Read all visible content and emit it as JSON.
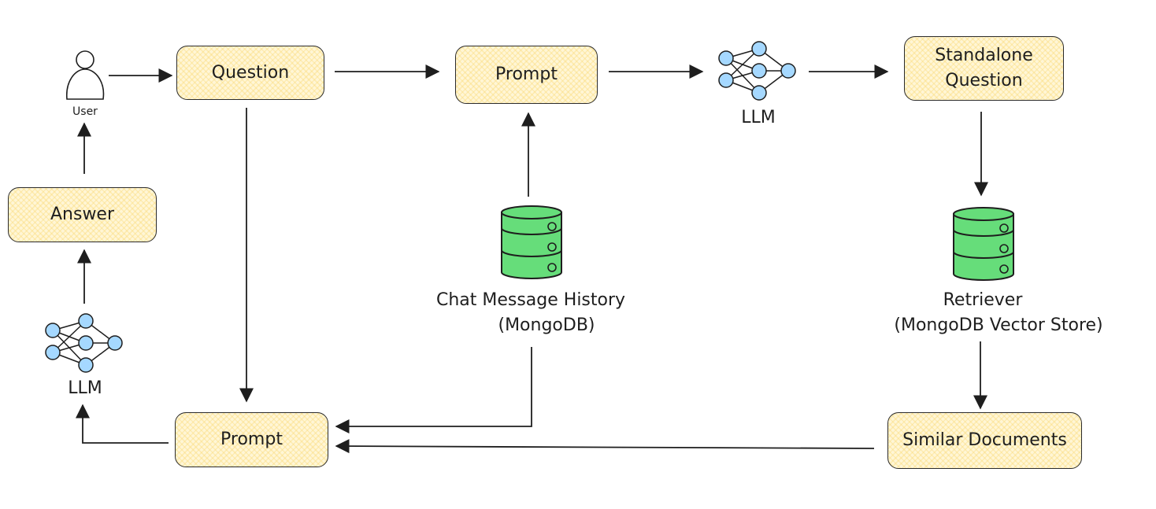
{
  "diagram": {
    "nodes": {
      "user": {
        "label": "User",
        "icon": "user-icon"
      },
      "question": {
        "label": "Question"
      },
      "prompt_top": {
        "label": "Prompt"
      },
      "llm_top": {
        "label": "LLM",
        "icon": "neural-network-icon"
      },
      "standalone_question": {
        "label": "Standalone Question",
        "line1": "Standalone",
        "line2": "Question"
      },
      "chat_history": {
        "label": "Chat Message History (MongoDB)",
        "line1": "Chat Message History",
        "line2": "(MongoDB)",
        "icon": "database-icon"
      },
      "retriever": {
        "label": "Retriever (MongoDB Vector Store)",
        "line1": "Retriever",
        "line2": "(MongoDB Vector Store)",
        "icon": "database-icon"
      },
      "similar_documents": {
        "label": "Similar Documents"
      },
      "prompt_bottom": {
        "label": "Prompt"
      },
      "llm_bottom": {
        "label": "LLM",
        "icon": "neural-network-icon"
      },
      "answer": {
        "label": "Answer"
      }
    },
    "edges": [
      {
        "from": "user",
        "to": "question"
      },
      {
        "from": "question",
        "to": "prompt_top"
      },
      {
        "from": "prompt_top",
        "to": "llm_top"
      },
      {
        "from": "llm_top",
        "to": "standalone_question"
      },
      {
        "from": "chat_history",
        "to": "prompt_top"
      },
      {
        "from": "standalone_question",
        "to": "retriever"
      },
      {
        "from": "retriever",
        "to": "similar_documents"
      },
      {
        "from": "similar_documents",
        "to": "prompt_bottom"
      },
      {
        "from": "chat_history",
        "to": "prompt_bottom"
      },
      {
        "from": "question",
        "to": "prompt_bottom"
      },
      {
        "from": "prompt_bottom",
        "to": "llm_bottom"
      },
      {
        "from": "llm_bottom",
        "to": "answer"
      },
      {
        "from": "answer",
        "to": "user"
      }
    ],
    "colors": {
      "box_fill": "#fff6d6",
      "box_hatch": "#f5d66e",
      "stroke": "#1e1e1e",
      "database_fill": "#66dd7a",
      "neuron_fill": "#a5d8ff"
    }
  }
}
